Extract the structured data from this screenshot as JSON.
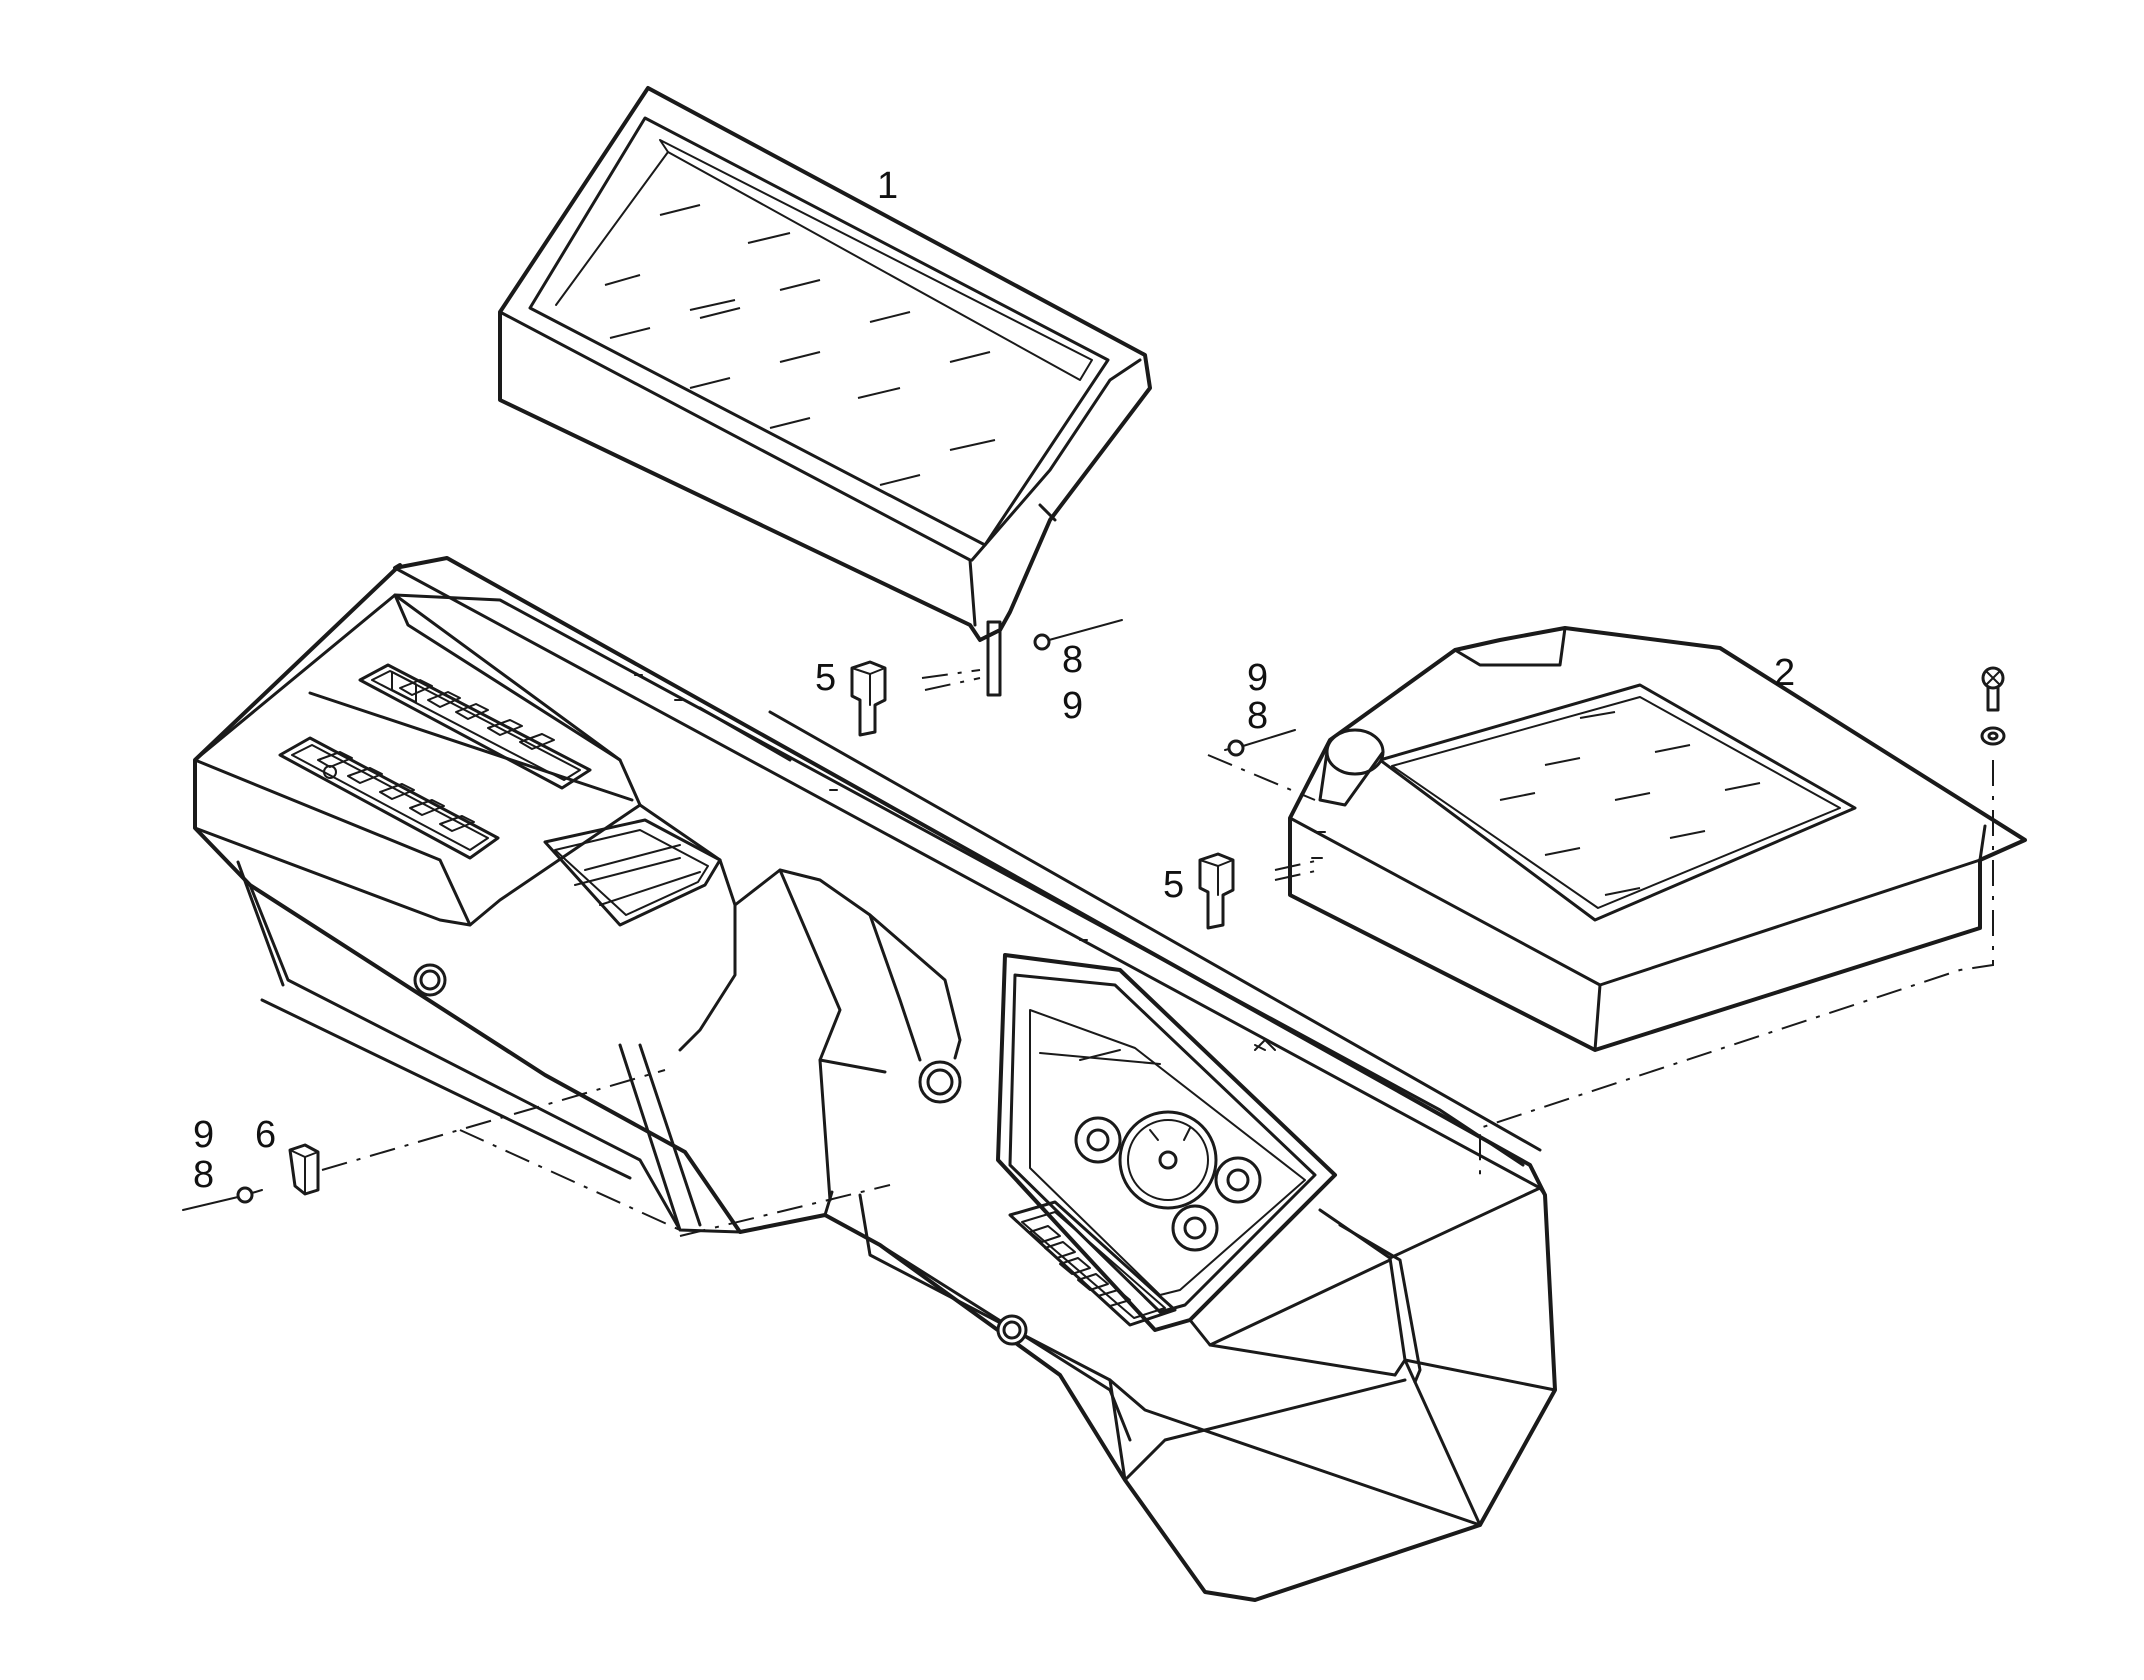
{
  "callouts": {
    "c1": "1",
    "c2": "2",
    "c5a": "5",
    "c5b": "5",
    "c6": "6",
    "c8a": "8",
    "c9a": "9",
    "c9b": "9",
    "c8b": "8",
    "c9c": "9",
    "c8c": "8"
  },
  "colors": {
    "line": "#1a1a1a",
    "background": "#ffffff"
  }
}
